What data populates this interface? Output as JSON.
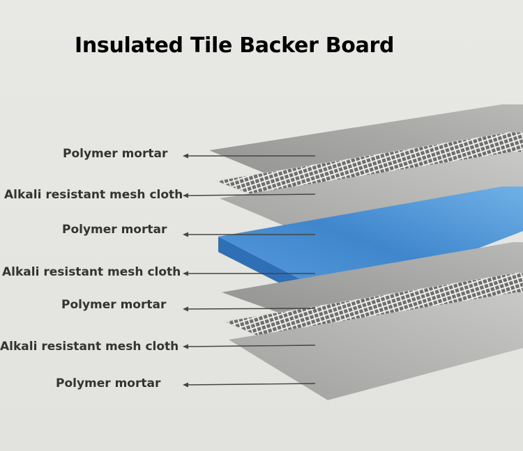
{
  "title": "Insulated Tile Backer Board",
  "layers": [
    {
      "label": "Polymer mortar",
      "kind": "mortar"
    },
    {
      "label": "Alkali resistant mesh cloth",
      "kind": "mesh"
    },
    {
      "label": "Polymer mortar",
      "kind": "mortar"
    },
    {
      "label": "Alkali resistant mesh cloth",
      "kind": "foam"
    },
    {
      "label": "Polymer mortar",
      "kind": "mortar"
    },
    {
      "label": "Alkali resistant mesh cloth",
      "kind": "mesh"
    },
    {
      "label": "Polymer mortar",
      "kind": "mortar"
    }
  ],
  "colors": {
    "background": "#e6e6e2",
    "mortar": "#9a9a98",
    "mesh": "#f2f2f0",
    "foam": "#4a8fd0",
    "arrow": "#444444"
  }
}
